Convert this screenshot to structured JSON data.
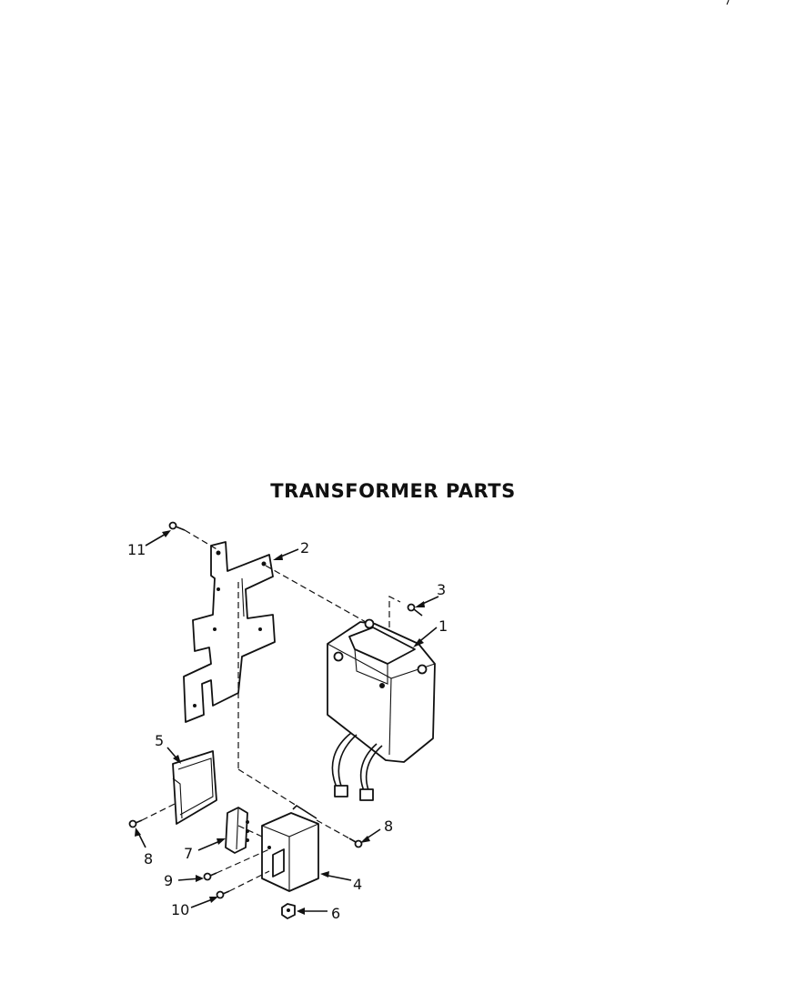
{
  "title": "TRANSFORMER PARTS",
  "callouts": [
    {
      "id": "1",
      "part": "transformer"
    },
    {
      "id": "2",
      "part": "mounting-bracket"
    },
    {
      "id": "3",
      "part": "screw"
    },
    {
      "id": "4",
      "part": "capacitor"
    },
    {
      "id": "5",
      "part": "cover"
    },
    {
      "id": "6",
      "part": "nut"
    },
    {
      "id": "7",
      "part": "diode"
    },
    {
      "id": "8",
      "part": "screw"
    },
    {
      "id": "9",
      "part": "screw"
    },
    {
      "id": "10",
      "part": "screw"
    },
    {
      "id": "11",
      "part": "screw"
    }
  ]
}
